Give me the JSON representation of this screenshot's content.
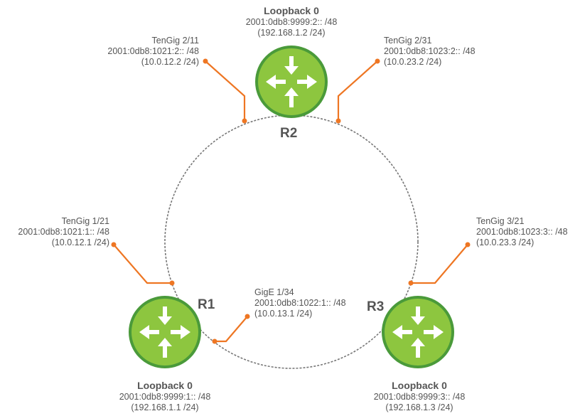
{
  "colors": {
    "router_fill": "#8dc63f",
    "router_ring": "#4a9a3a",
    "leader": "#ee7623",
    "ring": "#777777",
    "text": "#555555"
  },
  "routers": {
    "r1": {
      "name": "R1",
      "icon": "router-icon",
      "loopback_title": "Loopback 0",
      "loopback_ipv6": "2001:0db8:9999:1:: /48",
      "loopback_ipv4": "(192.168.1.1 /24)"
    },
    "r2": {
      "name": "R2",
      "icon": "router-icon",
      "loopback_title": "Loopback 0",
      "loopback_ipv6": "2001:0db8:9999:2:: /48",
      "loopback_ipv4": "(192.168.1.2 /24)"
    },
    "r3": {
      "name": "R3",
      "icon": "router-icon",
      "loopback_title": "Loopback 0",
      "loopback_ipv6": "2001:0db8:9999:3:: /48",
      "loopback_ipv4": "(192.168.1.3 /24)"
    }
  },
  "interfaces": {
    "r2_tengig_2_11": {
      "name": "TenGig 2/11",
      "ipv6": "2001:0db8:1021:2:: /48",
      "ipv4": "(10.0.12.2 /24)"
    },
    "r2_tengig_2_31": {
      "name": "TenGig 2/31",
      "ipv6": "2001:0db8:1023:2:: /48",
      "ipv4": "(10.0.23.2 /24)"
    },
    "r1_tengig_1_21": {
      "name": "TenGig 1/21",
      "ipv6": "2001:0db8:1021:1:: /48",
      "ipv4": "(10.0.12.1 /24)"
    },
    "r3_tengig_3_21": {
      "name": "TenGig 3/21",
      "ipv6": "2001:0db8:1023:3:: /48",
      "ipv4": "(10.0.23.3 /24)"
    },
    "r1_gige_1_34": {
      "name": "GigE 1/34",
      "ipv6": "2001:0db8:1022:1:: /48",
      "ipv4": "(10.0.13.1 /24)"
    }
  }
}
